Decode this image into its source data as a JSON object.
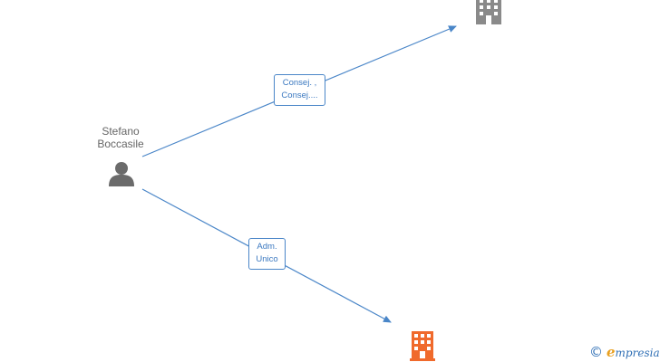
{
  "person": {
    "name_line1": "Stefano",
    "name_line2": "Boccasile",
    "icon": "person-icon"
  },
  "companies": [
    {
      "icon": "building-icon",
      "color": "#8a8a8a"
    },
    {
      "icon": "building-icon",
      "color": "#f06a2c"
    }
  ],
  "relations": [
    {
      "line1": "Consej. ,",
      "line2": "Consej...."
    },
    {
      "line1": "Adm.",
      "line2": "Unico"
    }
  ],
  "colors": {
    "edge": "#4a86c8",
    "person": "#6b6b6b",
    "text": "#666666"
  },
  "watermark": {
    "symbol": "©",
    "brand_initial": "e",
    "brand_rest": "mpresia"
  }
}
